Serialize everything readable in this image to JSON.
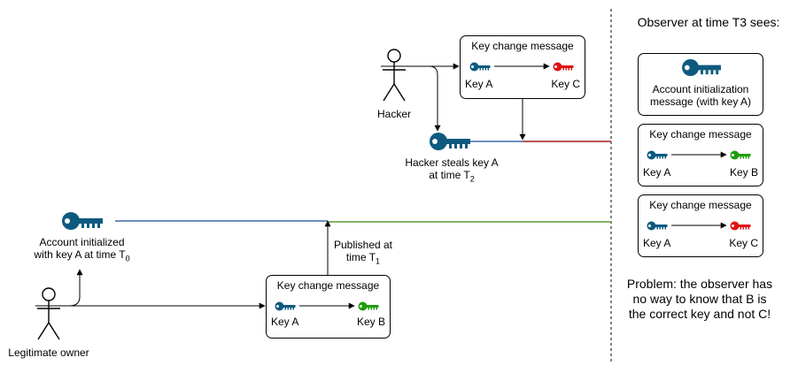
{
  "observer": {
    "title": "Observer at time T3 sees:",
    "init_line1": "Account initialization",
    "init_line2": "message (with key A)",
    "msg1": {
      "title": "Key change message",
      "from": "Key A",
      "to": "Key B"
    },
    "msg2": {
      "title": "Key change message",
      "from": "Key A",
      "to": "Key C"
    },
    "problem": "Problem: the observer has no way to know that B is the correct key and not C!"
  },
  "hacker": {
    "name": "Hacker",
    "message": {
      "title": "Key change message",
      "from": "Key A",
      "to": "Key C"
    },
    "steals_line1": "Hacker steals key A",
    "steals_line2_prefix": "at time T",
    "steals_line2_sub": "2"
  },
  "owner": {
    "name": "Legitimate owner",
    "message": {
      "title": "Key change message",
      "from": "Key A",
      "to": "Key B"
    },
    "account_line1": "Account initialized",
    "account_line2_prefix": "with key A at time T",
    "account_line2_sub": "0",
    "published_line1": "Published at",
    "published_line2_prefix": "time T",
    "published_line2_sub": "1"
  },
  "colors": {
    "key_a": "#0e5a7f",
    "key_b": "#1e9c0e",
    "key_c": "#e01414",
    "line_blue": "#6c8ebf",
    "line_green": "#82b366",
    "line_red": "#b85450"
  },
  "icons": [
    "key-icon",
    "stick-figure-icon",
    "arrow-icon"
  ]
}
